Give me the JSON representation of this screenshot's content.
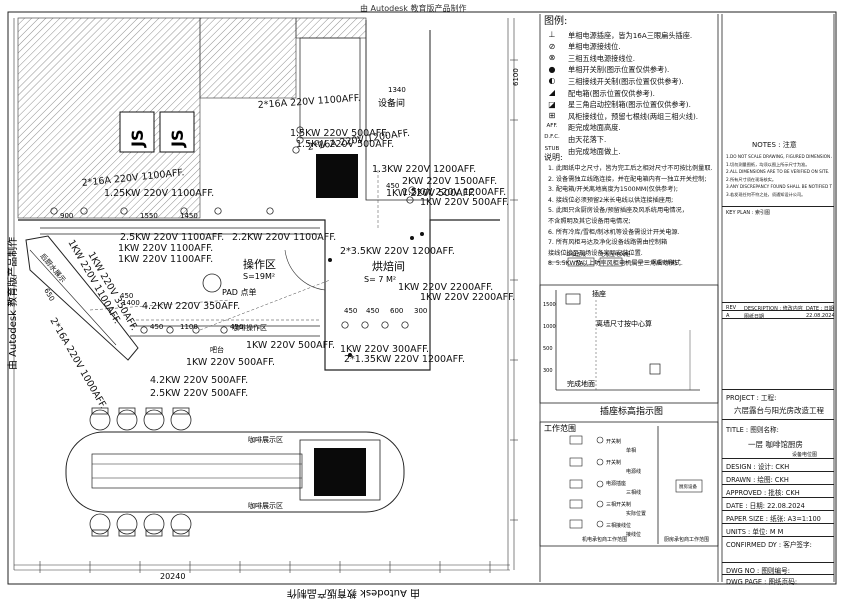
{
  "plan": {
    "dims": {
      "d1340": "1340",
      "d6100": "6100",
      "d20240": "20240",
      "d900": "900",
      "d1550": "1550",
      "d1450": "1450",
      "d450a": "450",
      "d450b": "450",
      "d450c": "450",
      "d600": "600",
      "d300": "300",
      "d650": "650",
      "d1100": "1100",
      "d450d": "450",
      "d450e": "450",
      "d450f": "450",
      "d1400": "1400"
    },
    "labels": {
      "js1": "JS",
      "js2": "JS",
      "equip_room": "设备间",
      "op_area": "操作区",
      "op_area_size": "S=19M²",
      "bake_room": "烘焙间",
      "bake_room_size": "S= 7 M²",
      "coffee_area": "咖啡操作区",
      "bar": "吧台",
      "display_a": "咖啡展示区",
      "display_b": "咖啡展示区",
      "pad_a": "PAD 点单",
      "vertical_brand": "由 Autodesk 教育版产品制作",
      "bottom_brand": "由 Autodesk 教育版产品制作",
      "top_fragment": "由 Autodesk 教育版产品制作",
      "side_label": "后厨水展示"
    },
    "loads": {
      "l1": "2*16A 220V 1100AFF.",
      "l2": "1.5KW 220V 500AFF.",
      "l3": "1.5KW 220V 500AFF.",
      "l4": "2*16A 220V 1200AFF.",
      "l5": "2*16A 220V 1100AFF.",
      "l6": "1.25KW 220V 1100AFF.",
      "l7": "1.3KW 220V 1200AFF.",
      "l8": "2KW 220V 1500AFF.",
      "l9": "1.5KW 220V 1200AFF.",
      "l10": "1KW 220V 500AFF.",
      "l11": "1KW 220V 500AFF.",
      "l12": "2.5KW 220V 1100AFF.",
      "l13": "2.2KW 220V 1100AFF.",
      "l14": "1KW 220V 1100AFF.",
      "l15": "1KW 220V 1100AFF.",
      "l16": "2*3.5KW 220V 1200AFF.",
      "l17": "1KW 220V 2200AFF.",
      "l18": "1KW 220V 2200AFF.",
      "l19": "4.2KW 220V 350AFF.",
      "l20": "1KW 220V 500AFF.",
      "l21": "1KW 220V 300AFF.",
      "l22": "2*1.35KW 220V 1200AFF.",
      "l23": "1KW 220V 500AFF.",
      "l24": "4.2KW 220V 500AFF.",
      "l25": "2.5KW 220V 500AFF.",
      "l26": "2*16A 220V 1000AFF.",
      "l27": "1KW 220V 350AFF.",
      "l28": "1KW 220V 1100AFF."
    }
  },
  "legend": {
    "title": "图例:",
    "items": [
      {
        "icon": "socket-16a-icon",
        "glyph": "⊥",
        "text": "单相电源插座，皆为16A三眼扁头插座."
      },
      {
        "icon": "line-outlet-icon",
        "glyph": "⊘",
        "text": "单相电源接线位."
      },
      {
        "icon": "three-phase-outlet-icon",
        "glyph": "⊗",
        "text": "三相五线电源接线位."
      },
      {
        "icon": "single-switch-icon",
        "glyph": "●",
        "text": "单相开关制(图示位置仅供参考)."
      },
      {
        "icon": "three-phase-switch-icon",
        "glyph": "◐",
        "text": "三相接线开关制(图示位置仅供参考)."
      },
      {
        "icon": "distribution-box-icon",
        "glyph": "◢",
        "text": "配电箱(图示位置仅供参考)."
      },
      {
        "icon": "star-delta-box-icon",
        "glyph": "◪",
        "text": "星三角启动控制箱(图示位置仅供参考)."
      },
      {
        "icon": "fan-outlet-icon",
        "glyph": "⊞",
        "text": "风柜接线位，预留七根线(两组三相火线)."
      },
      {
        "icon": "aff-icon",
        "glyph": "AFF.",
        "text": "距完成地面高度."
      },
      {
        "icon": "dfc-icon",
        "glyph": "D.F.C.",
        "text": "由天花落下."
      },
      {
        "icon": "stub-icon",
        "glyph": "STUB",
        "text": "由完成地面做上."
      }
    ],
    "notes_title": "说明:",
    "notes": [
      "1. 此图纸中之尺寸，皆为完工后之相对尺寸不可按比例量取.",
      "2. 设备需独立线路连接，并在配电箱内有一独立开关控制;",
      "3. 配电箱/开关离地高度为1500MM(仅供参考);",
      "4. 接线位必须预留2米长电线以供连接插座用;",
      "5. 此图只含厨房设备/预留插座及风系统用电情况，",
      "   不含照明及其它设备用电情况;",
      "6. 所有冷库/雪柜/制冰机等设备需设计开关电源.",
      "7. 所有风柜马达及净化设备线路需由控制箱",
      "   接线位接至现场设备实际安装位置.",
      "8. 5.5KW及以上功率风柜电机属星三角启动模式."
    ],
    "wiring_labels": {
      "power": "三相五线",
      "box": "T/A",
      "ctrl": "七根至电风柜",
      "motor": "风柜电机处"
    }
  },
  "elevation": {
    "title": "插座标高指示图",
    "outlet": "插座",
    "ceiling": "离墙尺寸按中心算",
    "floor": "完成地面",
    "heights": [
      "1500",
      "1000",
      "500",
      "300"
    ]
  },
  "work_scope": {
    "title": "工作范围",
    "items": [
      "开关制",
      "开关制",
      "电源插座",
      "三相开关制",
      "三相接线位"
    ],
    "right": [
      "单相",
      "电源线",
      "三相线",
      "实际位置",
      "接线位"
    ],
    "panel": "厨房设备",
    "footer_left": "机电承包商工作范围",
    "footer_right": "厨房承包商工作范围"
  },
  "title_block": {
    "notes_title": "NOTES : 注意",
    "notes": [
      "1.DO NOT SCALE DRAWING, FIGURED DIMENSION ARE TO BE FOLLOWED.",
      "1.切勿测量图纸，均须以图上所示尺寸为准。",
      "2.ALL DIMENSIONS ARE TO BE VERIFIED ON SITE.",
      "2.所有尺寸须在现场核实。",
      "3.ANY DISCREPANCY FOUND SHALL BE NOTIFIED TO TUNG YING DESIGN (HK) CO.,LTD.",
      "3.若发现任何不符之处，须通知设计公司。"
    ],
    "key_plan": "KEY PLAN : 索引图",
    "rev_header": [
      "REV",
      "DESCRIPTION : 修改内容",
      "DATE : 日期"
    ],
    "rev_row": [
      "A",
      "图纸日期",
      "22.08.2024"
    ],
    "project_label": "PROJECT : 工程:",
    "project_name": "六层露台与阳光房改造工程",
    "title_label": "TITLE : 图则名称:",
    "title_name": "一层  咖啡馆厨房",
    "title_sub": "设备电位图",
    "design": "DESIGN : 设计:  CKH",
    "drawn": "DRAWN : 绘图:  CKH",
    "approved": "APPROVED : 批核:  CKH",
    "date": "DATE : 日期:  22.08.2024",
    "paper": "PAPER SIZE : 纸张:  A3=1:100",
    "units": "UNITS : 单位:  M M",
    "confirmed": "CONFIRMED DY : 客户签字:",
    "dwg_no": "DWG NO : 图则编号:",
    "dwg_page": "DWG PAGE : 图纸页码:"
  }
}
